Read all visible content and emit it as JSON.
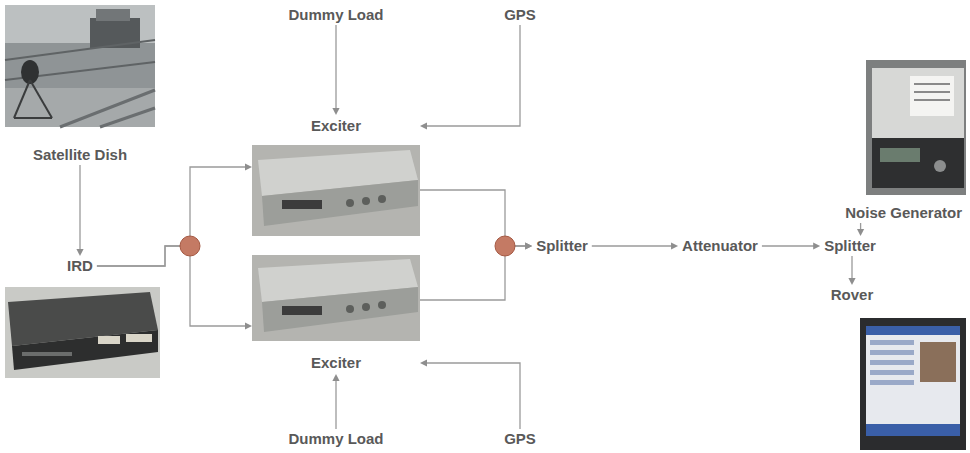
{
  "diagram": {
    "nodes": [
      {
        "text": [
          "Satellite Dish"
        ]
      },
      {
        "text": [
          "IRD"
        ]
      },
      {
        "text": [
          "Dummy Load"
        ]
      },
      {
        "text": [
          "GPS"
        ]
      },
      {
        "text": [
          "Exciter"
        ]
      },
      {
        "text": [
          "Exciter"
        ]
      },
      {
        "text": [
          "Dummy Load"
        ]
      },
      {
        "text": [
          "GPS"
        ]
      },
      {
        "text": [
          "Splitter"
        ]
      },
      {
        "text": [
          "Attenuator"
        ]
      },
      {
        "text": [
          "Noise Generator"
        ]
      },
      {
        "text": [
          "Splitter"
        ]
      },
      {
        "text": [
          "Rover"
        ]
      }
    ],
    "edges": [
      {
        "from": 0,
        "to": 1,
        "arrow": "to"
      },
      {
        "from": 1,
        "to": 4,
        "arrow": "to"
      },
      {
        "from": 1,
        "to": 5,
        "arrow": "to"
      },
      {
        "from": 2,
        "to": 4,
        "arrow": "to"
      },
      {
        "from": 3,
        "to": 4,
        "arrow": "to"
      },
      {
        "from": 6,
        "to": 5,
        "arrow": "to"
      },
      {
        "from": 7,
        "to": 5,
        "arrow": "to"
      },
      {
        "from": 4,
        "to": 8,
        "arrow": "to"
      },
      {
        "from": 5,
        "to": 8,
        "arrow": "to"
      },
      {
        "from": 8,
        "to": 9,
        "arrow": "to"
      },
      {
        "from": 9,
        "to": 11,
        "arrow": "to"
      },
      {
        "from": 10,
        "to": 11,
        "arrow": "to"
      },
      {
        "from": 11,
        "to": 12,
        "arrow": "to"
      }
    ]
  }
}
